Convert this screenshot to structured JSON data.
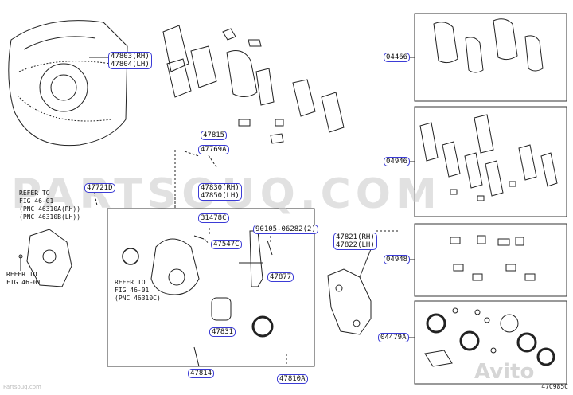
{
  "diagram": {
    "watermark": "PARTSOUQ.COM",
    "image_code": "47C985C",
    "corner_watermark": "Avito",
    "corner_text": "Partsouq.com",
    "labels": {
      "p47803": "47803(RH)",
      "p47804": "47804(LH)",
      "p04466": "04466",
      "p47815": "47815",
      "p47769A": "47769A",
      "p04946": "04946",
      "p47721D": "47721D",
      "p47830": "47830(RH)",
      "p47850": "47850(LH)",
      "p31478C": "31478C",
      "p90105": "90105-06282(2)",
      "p47547C": "47547C",
      "p47821": "47821(RH)",
      "p47822": "47822(LH)",
      "p04948": "04948",
      "p47877": "47877",
      "p47831": "47831",
      "p04479A": "04479A",
      "p47814": "47814",
      "p47810A": "47810A"
    },
    "notes": {
      "refer1": "REFER TO\nFIG 46-01\n(PNC 46310A(RH))\n(PNC 46310B(LH))",
      "refer2": "REFER TO\nFIG 46-01",
      "refer3": "REFER TO\nFIG 46-01\n(PNC 46310C)"
    }
  }
}
